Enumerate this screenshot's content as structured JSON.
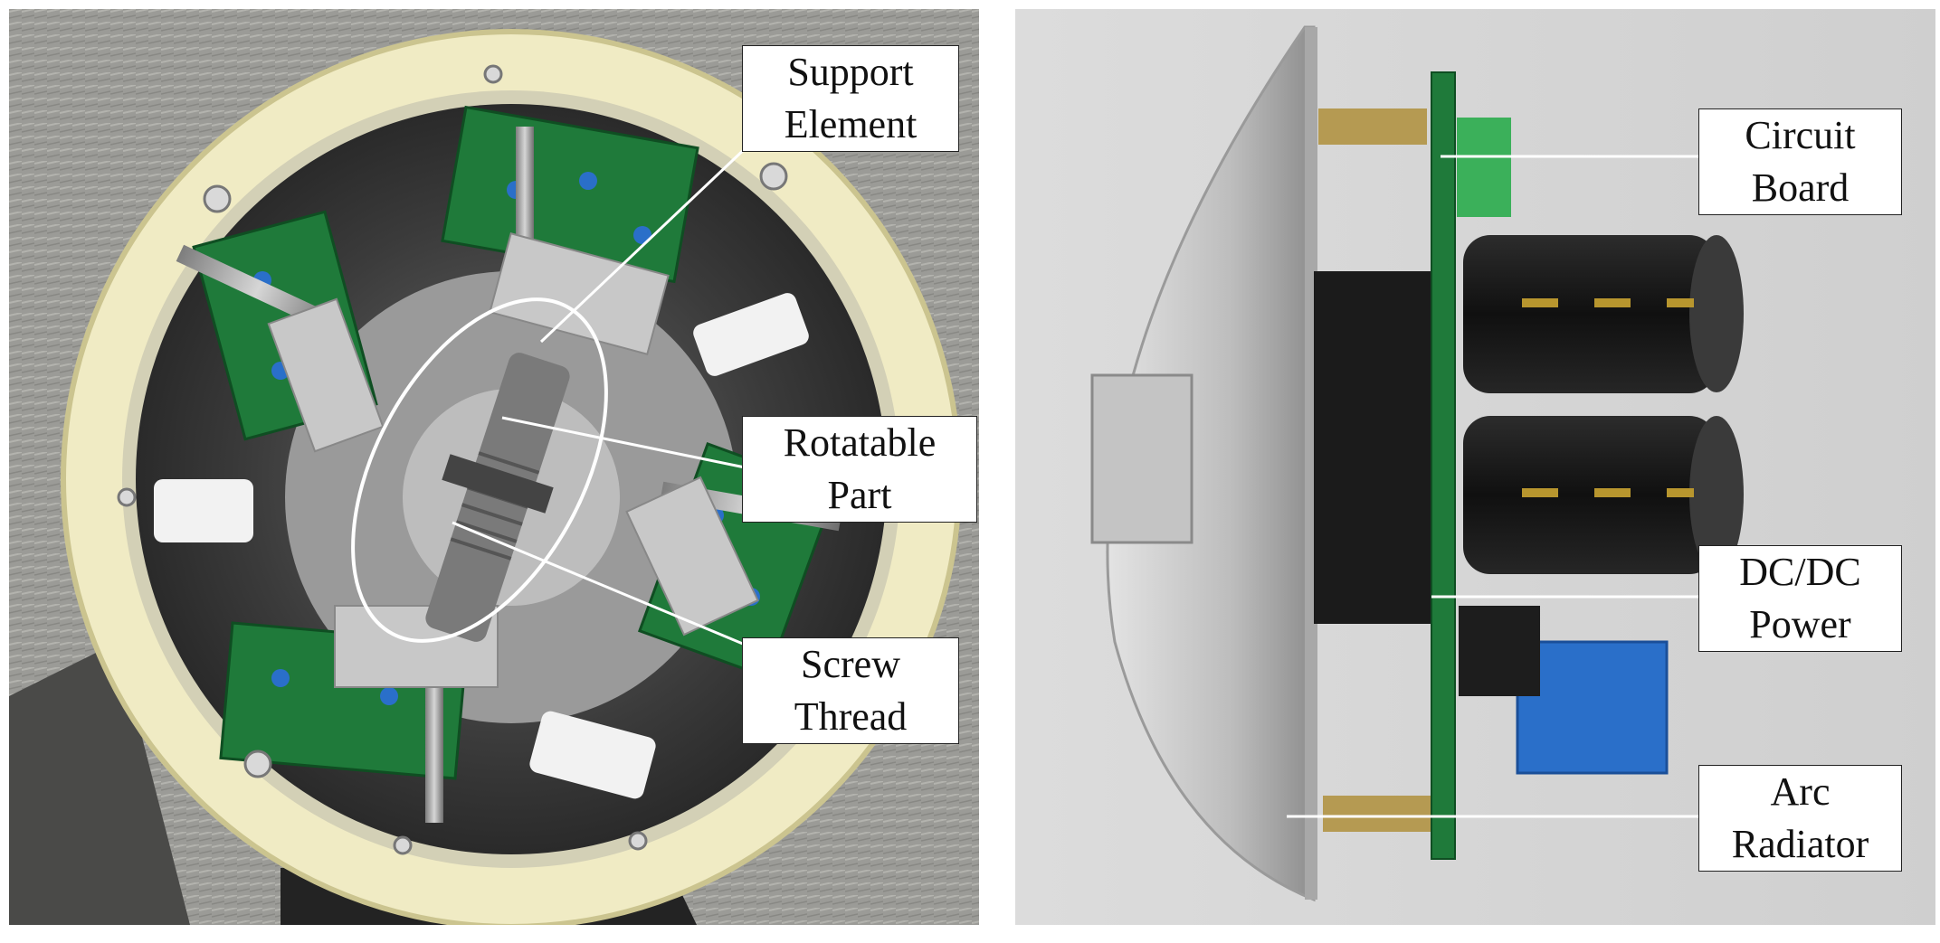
{
  "left_panel": {
    "labels": {
      "support_element": [
        "Support",
        "Element"
      ],
      "rotatable_part": [
        "Rotatable",
        "Part"
      ],
      "screw_thread": [
        "Screw",
        "Thread"
      ]
    }
  },
  "right_panel": {
    "labels": {
      "circuit_board": [
        "Circuit",
        "Board"
      ],
      "dcdc_power": [
        "DC/DC",
        "Power"
      ],
      "arc_radiator": [
        "Arc",
        "Radiator"
      ]
    }
  },
  "colors": {
    "ring": "#f0ebc4",
    "pcb_green": "#1f7a3a",
    "capacitor": "#151515",
    "aluminum": "#c9c9c9",
    "blue_part": "#2a6fc9",
    "callout_line": "#ffffff"
  }
}
